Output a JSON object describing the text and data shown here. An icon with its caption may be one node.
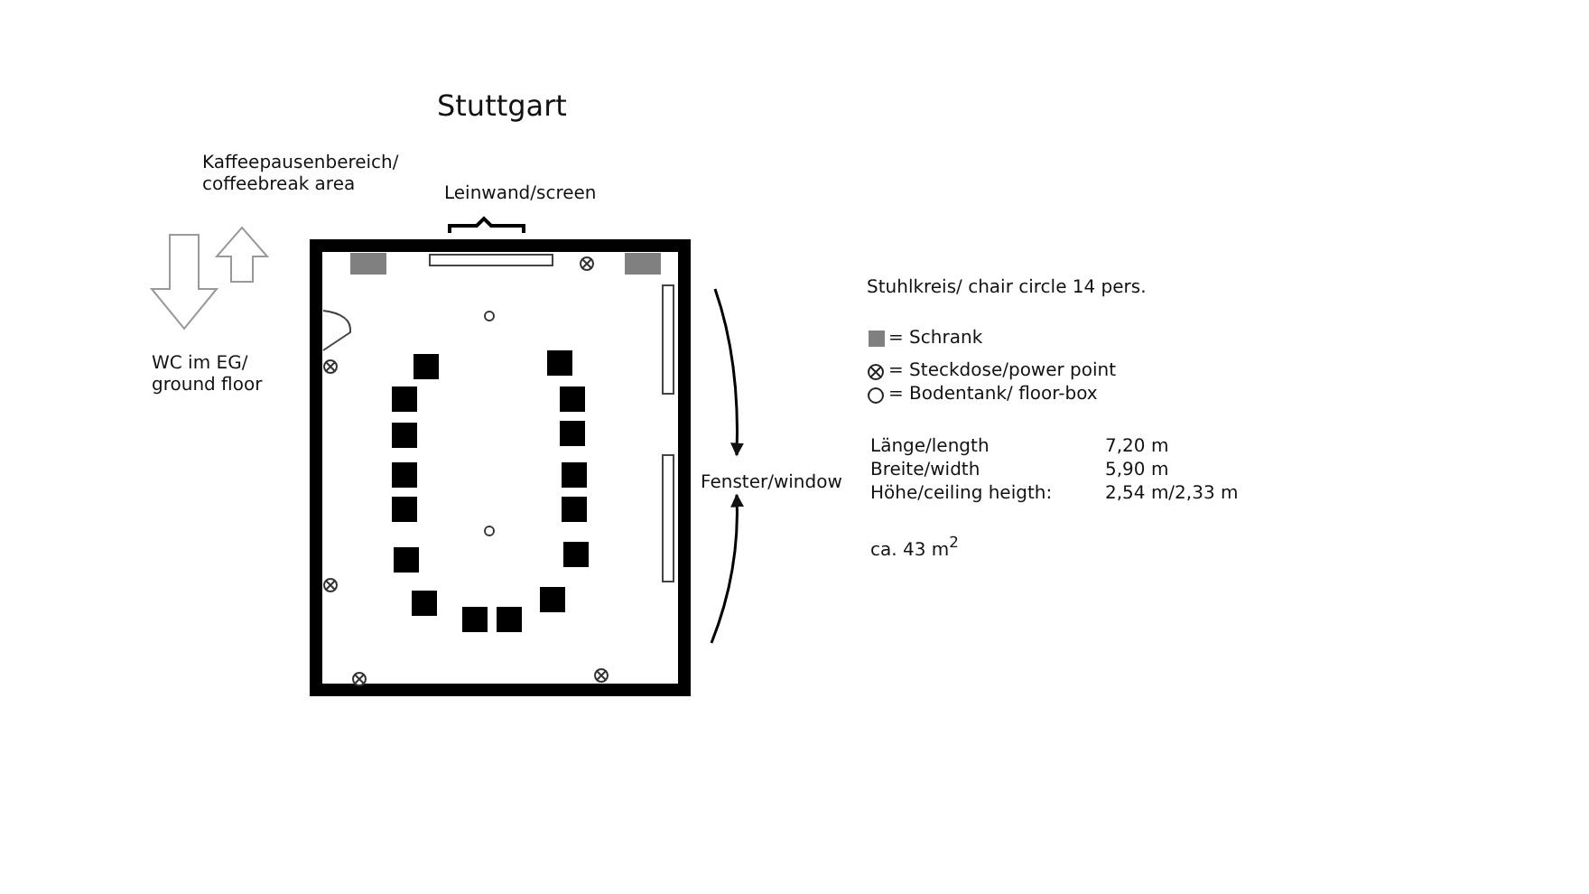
{
  "diagram": {
    "title": "Stuttgart",
    "labels": [
      "Kaffeepausenbereich/ coffeebreak area",
      "Leinwand/screen",
      "WC im EG/ ground floor",
      "Fenster/window",
      "Stuhlkreis/ chair circle 14 pers.",
      "Länge/length",
      "7,20 m",
      "Breite/width",
      "5,90 m",
      "Höhe/ceiling heigth:",
      "2,54 m/2,33 m",
      "ca. 43 m$^{2}$"
    ],
    "legend": [
      {
        "text": "= Schrank",
        "color": "#808080"
      },
      {
        "text": "= Steckdose/power point"
      },
      {
        "text": "= Bodentank/ floor-box"
      }
    ]
  }
}
